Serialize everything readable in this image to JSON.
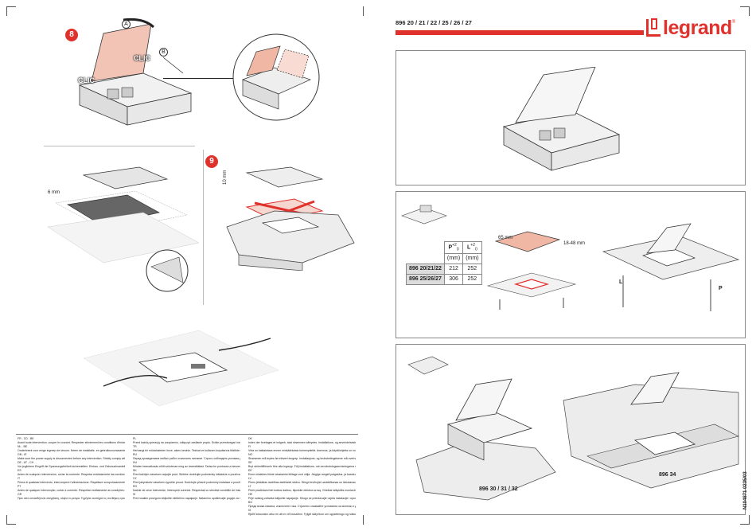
{
  "header": {
    "ref_numbers": "896 20 / 21 / 22 / 25 / 26 / 27",
    "brand": "legrand",
    "brand_mark": "®"
  },
  "steps": {
    "step8": "8",
    "step9": "9"
  },
  "callouts": {
    "a": "A",
    "b": "B",
    "clic": "CLIC"
  },
  "dims": {
    "d6mm": "6 mm",
    "d10mm": "10 mm",
    "d65mm": "65 mm",
    "d1848": "18-48 mm",
    "p": "P",
    "l": "L"
  },
  "table": {
    "col_p": "P",
    "col_p_sup": "+2",
    "col_p_sub": "0",
    "col_l": "L",
    "col_l_sup": "+2",
    "col_l_sub": "0",
    "unit": "(mm)",
    "rows": [
      {
        "ref": "896 20/21/22",
        "p": "212",
        "l": "252"
      },
      {
        "ref": "896 25/26/27",
        "p": "306",
        "l": "252"
      }
    ]
  },
  "product_refs": {
    "left": "896 30 / 31 / 32",
    "right": "896 34"
  },
  "doc_code": "N104871 0235/03",
  "warnings": [
    {
      "code": "FR - CD - BE",
      "text": "Avant toute intervention, couper le courant. Respecter strictement les conditions d'installation et d'utilisation."
    },
    {
      "code": "NL - BE",
      "text": "Onderbreek voor enige ingreep de stroom. Neem de installatie- en gebruiksvoorwaarden nauwgezet in acht."
    },
    {
      "code": "GB - IE",
      "text": "Make sure the power supply is disconnected before any intervention. Strictly comply with instructions for installation and use."
    },
    {
      "code": "DE - AT - CH",
      "text": "Vor jeglichem Eingriff die Spannungsfreiheit sicherstellen. Einbau- und Gebrauchsanleitungen sind genau zu beachten."
    },
    {
      "code": "ES",
      "text": "Antes de cualquier intervención, cortar la corriente. Respetar estrictamente las condiciones de instalación y de utilización."
    },
    {
      "code": "IT",
      "text": "Prima di qualsiasi intervento, interrompere l'alimentazione. Rispettare scrupolosamente le condizioni d'installazione e uso."
    },
    {
      "code": "PT",
      "text": "Antes de qualquer intervenção, cortar a corrente. Respeitar estritamente as condições de instalação e de utilização."
    },
    {
      "code": "GR",
      "text": "Πριν από οποιαδήποτε επέμβαση, κόψτε το ρεύμα. Τηρήστε αυστηρά τις συνθήκες εγκατάστασης και χρήσης."
    },
    {
      "code": "PL",
      "text": "Przed każdą operacją na urządzeniu, odłączyć zasilanie prądu. Ściśle przestrzegać instrukcji dotyczących instalacji i użytkowania."
    },
    {
      "code": "TR",
      "text": "Herhangi bir müdahaleden önce, akımı kesiniz. Tesisat ve kullanım koşullarına titizlikle riayet ediniz."
    },
    {
      "code": "RU",
      "text": "Перед проведением любых работ отключить питание. Строго соблюдать условия установки и эксплуатации."
    },
    {
      "code": "HU",
      "text": "Minden beavatkozás előtt szüntesse meg az áramellátást. Tartsa be pontosan a beszerelési és használati feltételeket."
    },
    {
      "code": "SK",
      "text": "Pred každým zásahom odpojte prúd. Striktne dodržujte podmienky inštalácie a používania."
    },
    {
      "code": "CZ",
      "text": "Před jakýmkoliv zásahem vypněte proud. Dodržujte přesně podmínky instalace a použití."
    },
    {
      "code": "RO",
      "text": "Înainte de orice intervenție, întrerupeți curentul. Respectați cu strictețe condițiile de instalare și utilizare."
    },
    {
      "code": "SI",
      "text": "Pred vsakim posegom izključite električno napajanje. Natančno upoštevajte pogoje za namestitev in uporabo."
    },
    {
      "code": "DK",
      "text": "Inden der foretages et indgreb, skal strømmen afbrydes. Installations- og anvendelsesbetingelserne skal overholdes nøje."
    },
    {
      "code": "FI",
      "text": "Virta on katkaistava ennen minkäänlaisia toimenpiteitä. Asennus- ja käyttöohjeita on noudatettava tarkasti."
    },
    {
      "code": "NO",
      "text": "Strømmen må brytes før ethvert inngrep. Installasjons- og bruksbetingelsene må overholdes nøye."
    },
    {
      "code": "SE",
      "text": "Bryt strömtillförseln före alla ingrepp. Följ installations- och användningsanvisningarna noggrant."
    },
    {
      "code": "EE",
      "text": "Enne mistahes tööde alustamist lülitage vool välja. Järgige rangelt paigaldus- ja kasutustingimusi."
    },
    {
      "code": "LV",
      "text": "Pirms jebkādas darbības atslēdziet strāvu. Stingri ievērojiet uzstādīšanas un lietošanas noteikumus."
    },
    {
      "code": "LT",
      "text": "Prieš pradėdami bet kokius darbus, išjunkite elektros srovę. Griežtai laikykitės montavimo ir naudojimo sąlygų."
    },
    {
      "code": "HR",
      "text": "Prije svakog zahvata isključite napajanje. Strogo se pridržavajte uvjeta instalacije i uporabe."
    },
    {
      "code": "BG",
      "text": "Преди всяка намеса, изключете тока. Стриктно спазвайте условията за монтаж и употреба."
    },
    {
      "code": "IS",
      "text": "Rjúfið strauminn áður en átt er við búnaðinn. Fylgið skilyrðum um uppsetningu og notkun."
    }
  ]
}
